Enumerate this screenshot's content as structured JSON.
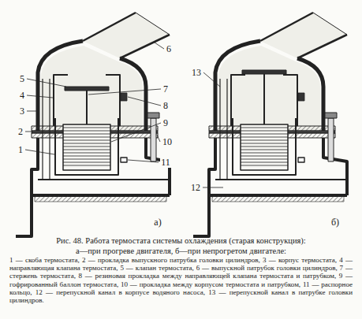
{
  "diagram": {
    "caption": "Рис. 48. Работа термостата системы охлаждения (старая конструкция):",
    "labels": [
      "6",
      "5",
      "4",
      "7",
      "3",
      "8",
      "9",
      "2",
      "10",
      "1",
      "11",
      "а)",
      "13",
      "12",
      "б)",
      "а—при прогреве двигателя, б—при непрогретом двигателе:",
      "1 — скоба термостата, 2 — прокладка выпускного патрубка головки цилиндров, 3 — корпус термостата, 4 — направляющая клапана термостата, 5 — клапан термостата, 6 — выпускной патрубок головки цилиндров, 7 — стержень термостата, 8 — резиновая прокладка между направляющей клапана термостата и патрубком, 9 — гофрированный баллон термостата, 10 — прокладка между корпусом термостата и патрубком, 11 — распорное кольцо, 12 — перепускной канал в корпусе водяного насоса, 13 — перепускной канал в патрубке головки цилиндров."
    ]
  }
}
